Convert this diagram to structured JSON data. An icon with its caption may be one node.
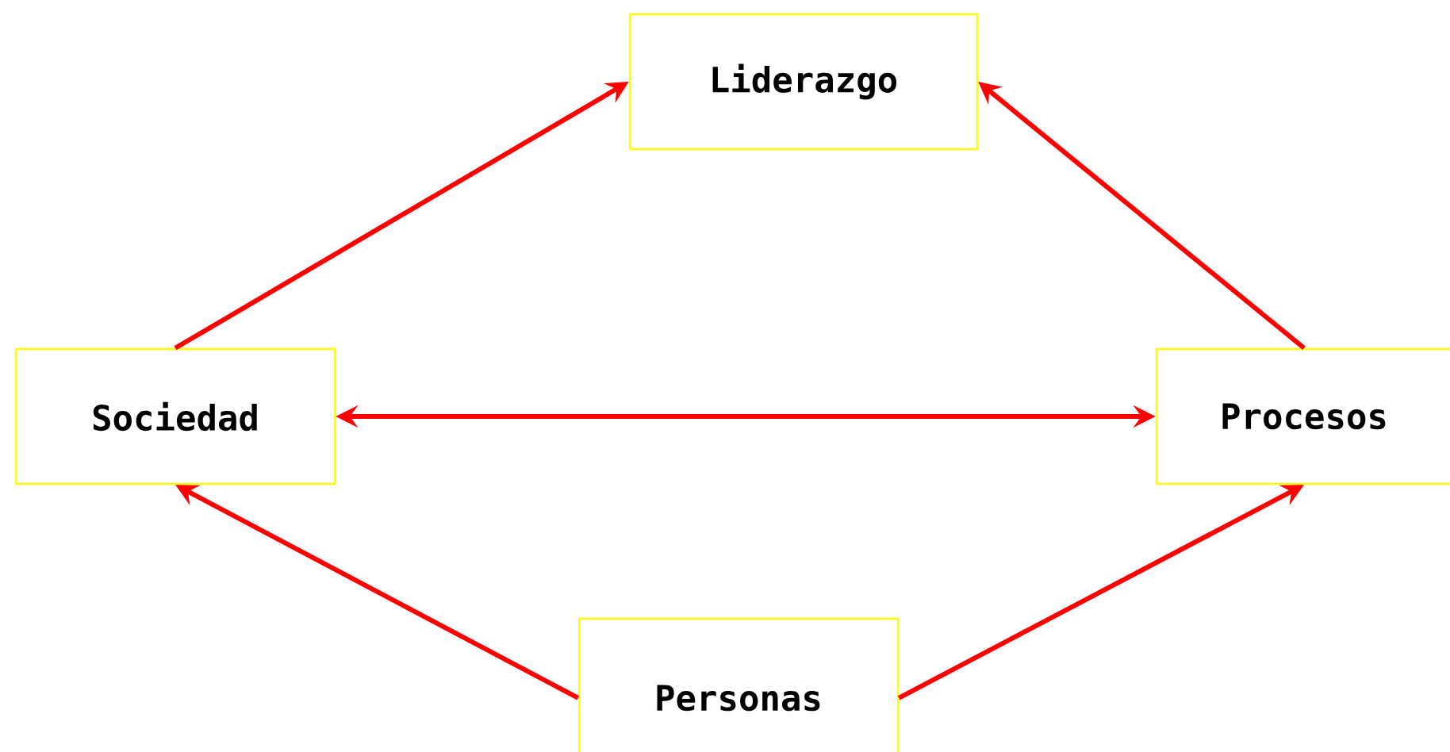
{
  "diagram": {
    "nodes": [
      {
        "text": [
          "Liderazgo"
        ]
      },
      {
        "text": [
          "Sociedad"
        ]
      },
      {
        "text": [
          "Procesos"
        ]
      },
      {
        "text": [
          "Personas"
        ]
      }
    ],
    "edges": [
      {
        "from": 1,
        "to": 0,
        "arrow": "to"
      },
      {
        "from": 2,
        "to": 0,
        "arrow": "to"
      },
      {
        "from": 1,
        "to": 2,
        "arrow": "both"
      },
      {
        "from": 3,
        "to": 1,
        "arrow": "to"
      },
      {
        "from": 3,
        "to": 2,
        "arrow": "to"
      }
    ]
  }
}
